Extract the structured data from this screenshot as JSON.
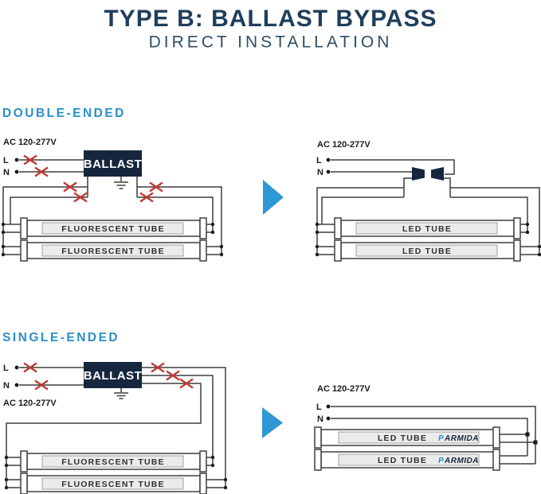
{
  "header": {
    "title": "TYPE B: BALLAST BYPASS",
    "subtitle": "DIRECT INSTALLATION"
  },
  "colors": {
    "navy": "#16263e",
    "heading_navy": "#1f3e5c",
    "accent_blue": "#2a8fc7",
    "arrow_blue": "#2e97d4",
    "wire_gray": "#3f3f3f",
    "x_red": "#c03a35",
    "brand_blue": "#2196d3"
  },
  "sections": {
    "double_ended": {
      "label": "DOUBLE-ENDED",
      "before": {
        "voltage": "AC 120-277V",
        "line": "L",
        "neutral": "N",
        "ballast": "BALLAST",
        "tube1": "FLUORESCENT TUBE",
        "tube2": "FLUORESCENT TUBE"
      },
      "after": {
        "voltage": "AC 120-277V",
        "line": "L",
        "neutral": "N",
        "tube1": "LED TUBE",
        "tube2": "LED TUBE"
      }
    },
    "single_ended": {
      "label": "SINGLE-ENDED",
      "before": {
        "voltage": "AC 120-277V",
        "line": "L",
        "neutral": "N",
        "ballast": "BALLAST",
        "tube1": "FLUORESCENT TUBE",
        "tube2": "FLUORESCENT TUBE"
      },
      "after": {
        "voltage": "AC 120-277V",
        "line": "L",
        "neutral": "N",
        "tube1": "LED TUBE",
        "tube2": "LED TUBE",
        "brand_p": "P",
        "brand_rest": "ARMIDA"
      }
    }
  }
}
